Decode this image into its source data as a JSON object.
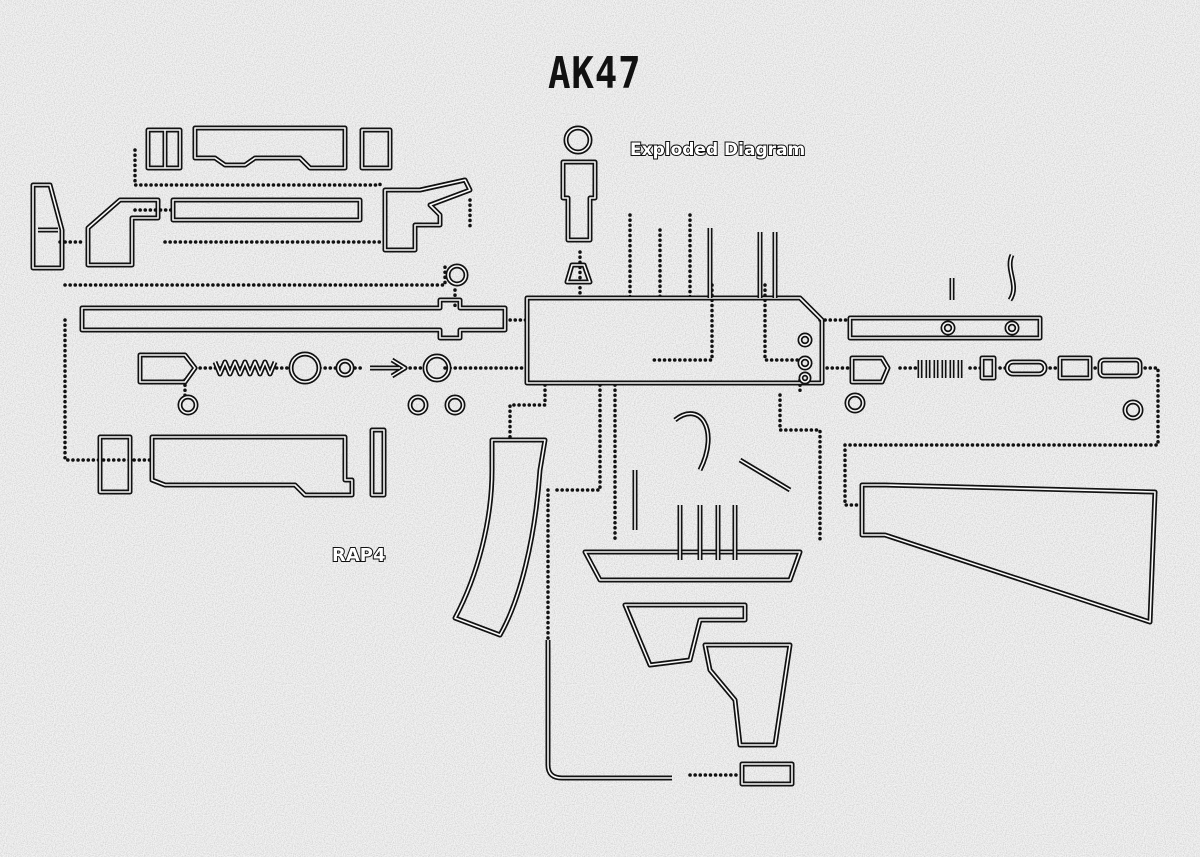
{
  "title": "AK47",
  "subtitle": "Exploded Diagram",
  "model_tag": "RAP4",
  "colors": {
    "background": "#f2f2f2",
    "ink": "#111111"
  }
}
